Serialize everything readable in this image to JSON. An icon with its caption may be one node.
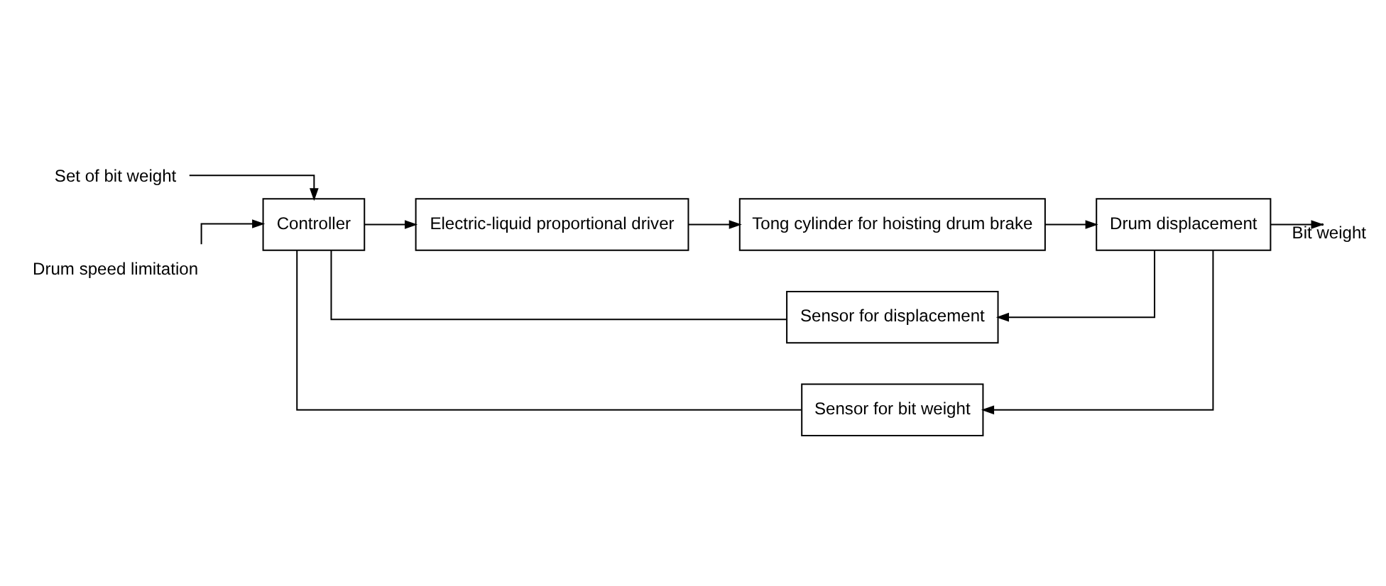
{
  "diagram": {
    "nodes": [
      {
        "text": [
          "Set of bit weight"
        ]
      },
      {
        "text": [
          "Drum speed limitation"
        ]
      },
      {
        "text": [
          "Controller"
        ]
      },
      {
        "text": [
          "Electric-liquid proportional driver"
        ]
      },
      {
        "text": [
          "Tong cylinder for hoisting drum brake"
        ]
      },
      {
        "text": [
          "Drum displacement"
        ]
      },
      {
        "text": [
          "Sensor for displacement"
        ]
      },
      {
        "text": [
          "Sensor for bit weight"
        ]
      }
    ],
    "edges": [
      {
        "from": 0,
        "to": 2,
        "arrow": "to"
      },
      {
        "from": 1,
        "to": 2,
        "arrow": "to"
      },
      {
        "from": 2,
        "to": 3,
        "arrow": "to"
      },
      {
        "from": 3,
        "to": 4,
        "arrow": "to"
      },
      {
        "from": 4,
        "to": 5,
        "arrow": "to"
      },
      {
        "from": 5,
        "to": null,
        "arrow": "to",
        "label": "Bit weight"
      },
      {
        "from": 5,
        "to": 6,
        "arrow": "to"
      },
      {
        "from": 6,
        "to": 2,
        "arrow": "none"
      },
      {
        "from": 5,
        "to": 7,
        "arrow": "to"
      },
      {
        "from": 7,
        "to": 2,
        "arrow": "none"
      }
    ]
  }
}
